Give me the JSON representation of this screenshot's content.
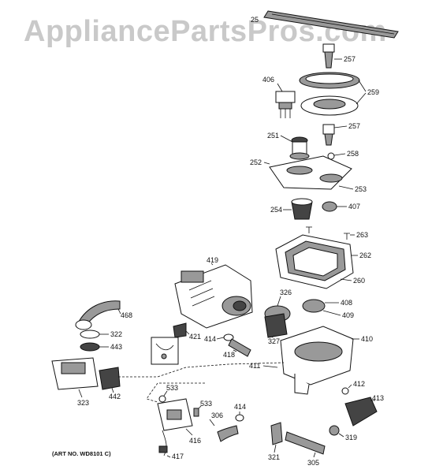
{
  "watermark": "AppliancePartsPros.com",
  "art_number": "(ART NO. WD8101 C)",
  "callouts": {
    "c25": "25",
    "c257a": "257",
    "c406": "406",
    "c259": "259",
    "c257b": "257",
    "c251": "251",
    "c258": "258",
    "c252": "252",
    "c253": "253",
    "c254": "254",
    "c407": "407",
    "c263": "263",
    "c262": "262",
    "c419": "419",
    "c260": "260",
    "c326": "326",
    "c408": "408",
    "c409": "409",
    "c468": "468",
    "c322": "322",
    "c443": "443",
    "c421": "421",
    "c414a": "414",
    "c327": "327",
    "c410": "410",
    "c418": "418",
    "c411": "411",
    "c412": "412",
    "c413": "413",
    "c323": "323",
    "c442": "442",
    "c533a": "533",
    "c533b": "533",
    "c306": "306",
    "c414b": "414",
    "c416": "416",
    "c319": "319",
    "c321": "321",
    "c305": "305",
    "c417": "417"
  }
}
